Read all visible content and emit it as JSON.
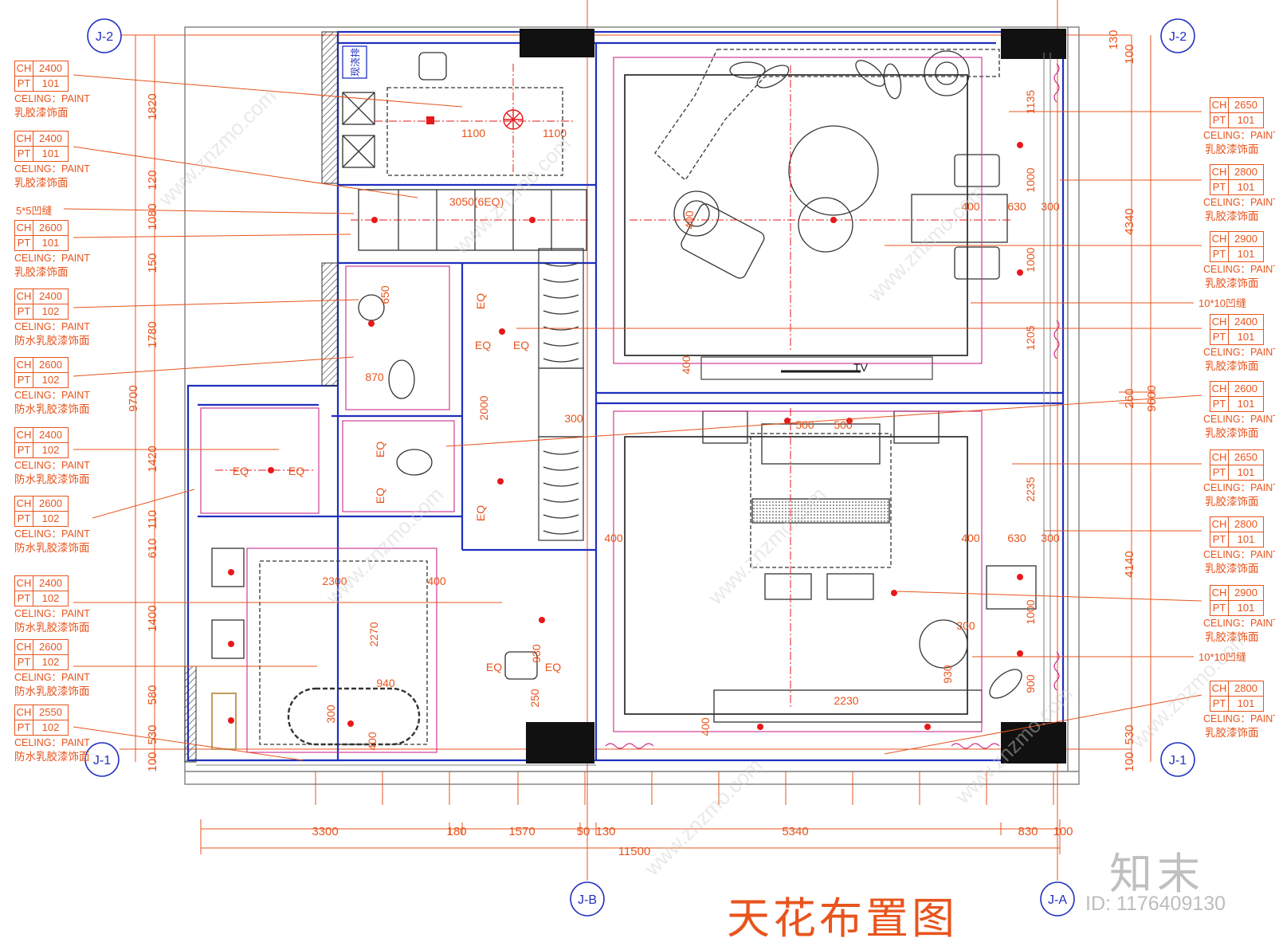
{
  "drawing_title": "天花布置图",
  "left_annotations": [
    {
      "ch": "2400",
      "pt": "101",
      "line1": "CELING：PAINT",
      "line2": "乳胶漆饰面"
    },
    {
      "ch": "2400",
      "pt": "101",
      "line1": "CELING：PAINT",
      "line2": "乳胶漆饰面"
    },
    {
      "ch": "2600",
      "pt": "101",
      "line1": "CELING：PAINT",
      "line2": "乳胶漆饰面"
    },
    {
      "ch": "2400",
      "pt": "102",
      "line1": "CELING：PAINT",
      "line2": "防水乳胶漆饰面"
    },
    {
      "ch": "2600",
      "pt": "102",
      "line1": "CELING：PAINT",
      "line2": "防水乳胶漆饰面"
    },
    {
      "ch": "2400",
      "pt": "102",
      "line1": "CELING：PAINT",
      "line2": "防水乳胶漆饰面"
    },
    {
      "ch": "2600",
      "pt": "102",
      "line1": "CELING：PAINT",
      "line2": "防水乳胶漆饰面"
    },
    {
      "ch": "2400",
      "pt": "102",
      "line1": "CELING：PAINT",
      "line2": "防水乳胶漆饰面"
    },
    {
      "ch": "2600",
      "pt": "102",
      "line1": "CELING：PAINT",
      "line2": "防水乳胶漆饰面"
    },
    {
      "ch": "2550",
      "pt": "102",
      "line1": "CELING：PAINT",
      "line2": "防水乳胶漆饰面"
    }
  ],
  "left_note": "5*5凹缝",
  "right_annotations": [
    {
      "ch": "2650",
      "pt": "101",
      "line1": "CELING：PAINT",
      "line2": "乳胶漆饰面"
    },
    {
      "ch": "2800",
      "pt": "101",
      "line1": "CELING：PAINT",
      "line2": "乳胶漆饰面"
    },
    {
      "ch": "2900",
      "pt": "101",
      "line1": "CELING：PAINT",
      "line2": "乳胶漆饰面"
    },
    {
      "ch": "2400",
      "pt": "101",
      "line1": "CELING：PAINT",
      "line2": "乳胶漆饰面"
    },
    {
      "ch": "2600",
      "pt": "101",
      "line1": "CELING：PAINT",
      "line2": "乳胶漆饰面"
    },
    {
      "ch": "2650",
      "pt": "101",
      "line1": "CELING：PAINT",
      "line2": "乳胶漆饰面"
    },
    {
      "ch": "2800",
      "pt": "101",
      "line1": "CELING：PAINT",
      "line2": "乳胶漆饰面"
    },
    {
      "ch": "2900",
      "pt": "101",
      "line1": "CELING：PAINT",
      "line2": "乳胶漆饰面"
    },
    {
      "ch": "2800",
      "pt": "101",
      "line1": "CELING：PAINT",
      "line2": "乳胶漆饰面"
    }
  ],
  "right_notes": [
    "10*10凹缝",
    "10*10凹缝"
  ],
  "axis_labels": {
    "j2": "J-2",
    "j1": "J-1",
    "jb": "J-B",
    "ja": "J-A"
  },
  "bottom_dims": [
    "3300",
    "180",
    "1570",
    "50",
    "130",
    "5340",
    "830",
    "100"
  ],
  "bottom_total": "11500",
  "left_dims": [
    "1820",
    "120",
    "1080",
    "150",
    "1780",
    "1420",
    "110",
    "610",
    "1400",
    "580",
    "530",
    "100"
  ],
  "left_total": "9700",
  "right_dims": [
    "130",
    "100",
    "4340",
    "260",
    "4140",
    "530",
    "100"
  ],
  "right_total": "9600",
  "plan_labels": {
    "tv": "TV",
    "shower": "现浇排",
    "d1100a": "1100",
    "d1100b": "1100",
    "d3050": "3050(6EQ)",
    "d650": "650",
    "d870": "870",
    "d2000": "2000",
    "d300a": "300",
    "d2300": "2300",
    "d400a": "400",
    "d2270": "2270",
    "d940": "940",
    "d400b": "400",
    "d300b": "300",
    "d250": "250",
    "d500a": "500",
    "d500b": "500",
    "d2230": "2230",
    "d400c": "400",
    "d400d": "400",
    "d400e": "400",
    "d400f": "400",
    "d630a": "630",
    "d300c": "300",
    "d400g": "400",
    "d630b": "630",
    "d300d": "300",
    "d1135": "1135",
    "d1000a": "1000",
    "d1000b": "1000",
    "d1205": "1205",
    "d2235": "2235",
    "d1000c": "1000",
    "d930a": "930",
    "d900": "900",
    "d300e": "300",
    "d930b": "930",
    "d400h": "400",
    "eq": "EQ"
  },
  "watermark": "www.znzmo.com",
  "brand_logo": "知末",
  "image_id": "ID: 1176409130",
  "colors": {
    "line": "#e8541d",
    "wall": "#1a1a1a",
    "blue": "#1f2fbf",
    "magenta": "#cc2a8c",
    "red": "#e8181a",
    "grey": "#7f7f7f"
  }
}
